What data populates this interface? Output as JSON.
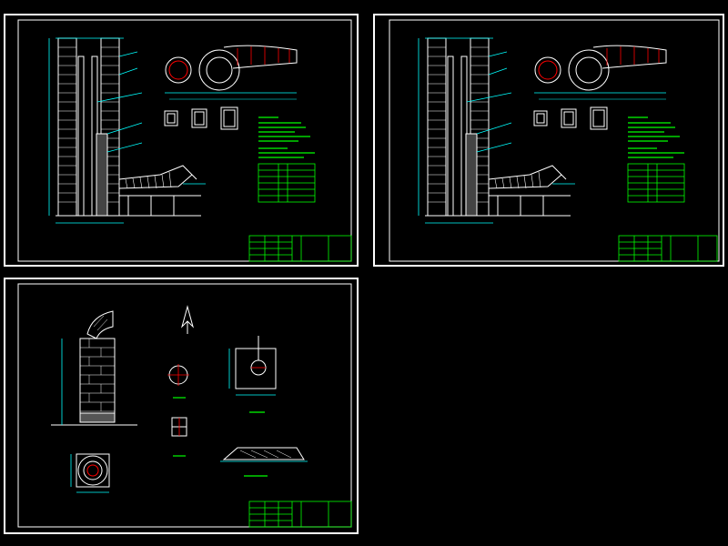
{
  "sheets": [
    {
      "id": "sheet-1"
    },
    {
      "id": "sheet-2"
    },
    {
      "id": "sheet-3"
    }
  ],
  "colors": {
    "background": "#000000",
    "frame": "#ffffff",
    "dimension": "#00ffff",
    "title_block": "#00ff00",
    "section_cut": "#ff0000",
    "hatch": "#ffffff",
    "table": "#00ff00"
  },
  "icons": [
    "north-arrow-icon"
  ]
}
